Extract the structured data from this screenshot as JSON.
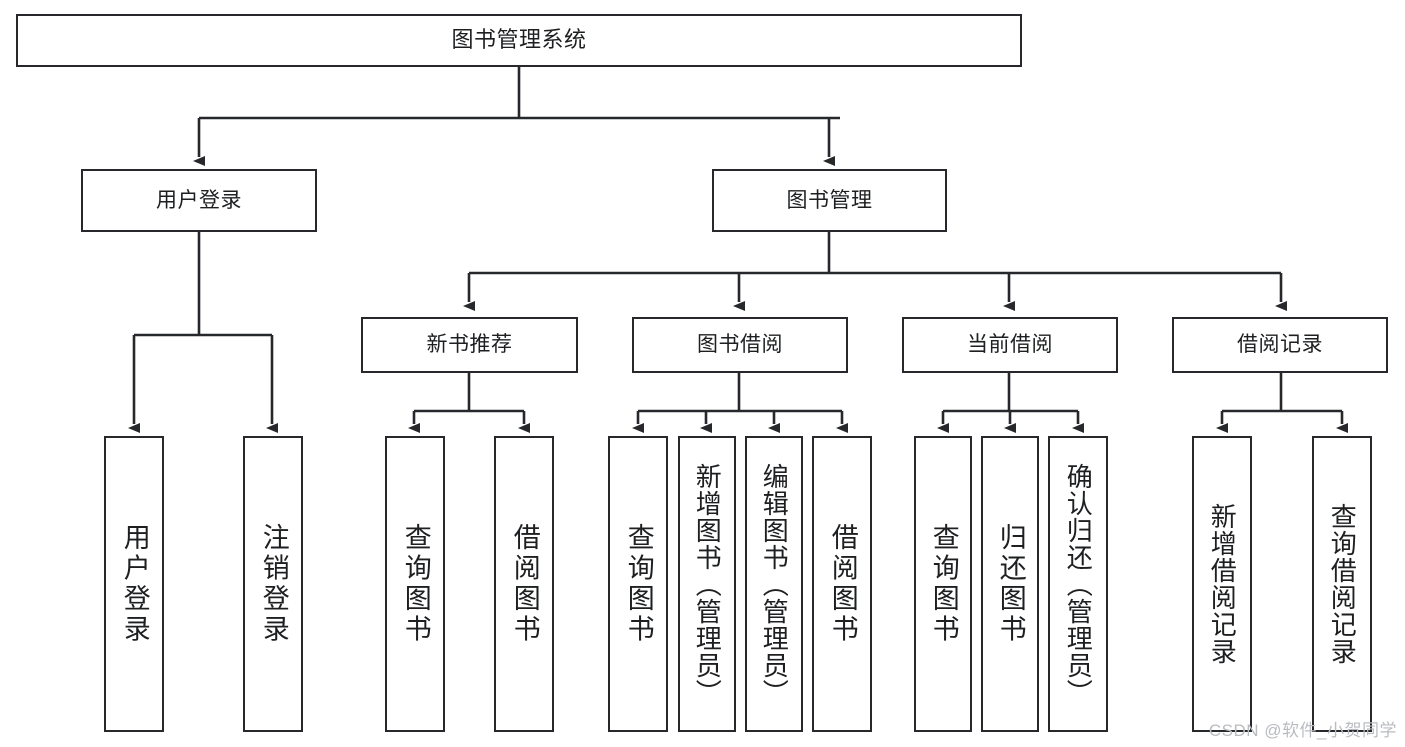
{
  "diagram": {
    "title": "图书管理系统",
    "type": "hierarchy-tree",
    "stroke_color": "#26282b",
    "text_color": "#1d1f21",
    "background": "#ffffff",
    "watermark": "CSDN @软件_小贺同学",
    "nodes": {
      "root": {
        "label": "图书管理系统"
      },
      "level2": [
        {
          "label": "用户登录"
        },
        {
          "label": "图书管理"
        }
      ],
      "level3": [
        {
          "label": "新书推荐"
        },
        {
          "label": "图书借阅"
        },
        {
          "label": "当前借阅"
        },
        {
          "label": "借阅记录"
        }
      ],
      "leaves": {
        "user_login": [
          {
            "label": "用户登录"
          },
          {
            "label": "注销登录"
          }
        ],
        "new_book": [
          {
            "label": "查询图书"
          },
          {
            "label": "借阅图书"
          }
        ],
        "borrow_book": [
          {
            "label": "查询图书"
          },
          {
            "label": "新增图书（管理员）"
          },
          {
            "label": "编辑图书（管理员）"
          },
          {
            "label": "借阅图书"
          }
        ],
        "current_borrow": [
          {
            "label": "查询图书"
          },
          {
            "label": "归还图书"
          },
          {
            "label": "确认归还（管理员）"
          }
        ],
        "borrow_record": [
          {
            "label": "新增借阅记录"
          },
          {
            "label": "查询借阅记录"
          }
        ]
      }
    }
  }
}
